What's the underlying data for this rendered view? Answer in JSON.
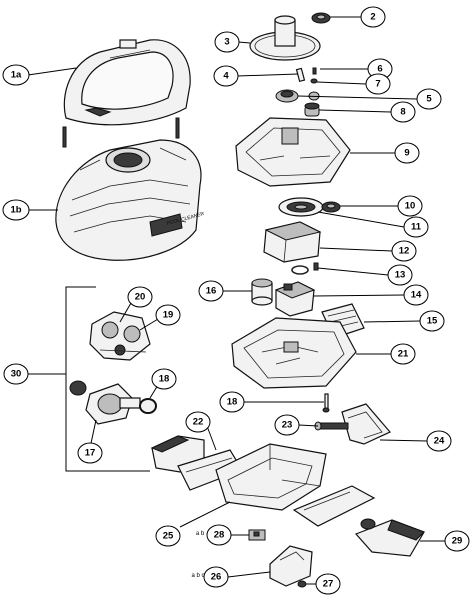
{
  "labels": {
    "l1a": "1a",
    "l1b": "1b",
    "l2": "2",
    "l3": "3",
    "l4": "4",
    "l5": "5",
    "l6": "6",
    "l7": "7",
    "l8": "8",
    "l9": "9",
    "l10": "10",
    "l11": "11",
    "l12": "12",
    "l13": "13",
    "l14": "14",
    "l15": "15",
    "l16": "16",
    "l17": "17",
    "l18a": "18",
    "l18b": "18",
    "l19": "19",
    "l20": "20",
    "l21": "21",
    "l22": "22",
    "l23": "23",
    "l24": "24",
    "l25": "25",
    "l26": "26",
    "l27": "27",
    "l28": "28",
    "l29": "29",
    "l30": "30",
    "ab28": "a b",
    "abc26": "a b c"
  },
  "logo_text": "POOL CLEANER",
  "colors": {
    "line": "#000000",
    "part_fill": "#f2f2f2",
    "dark_fill": "#3a3a3a"
  }
}
